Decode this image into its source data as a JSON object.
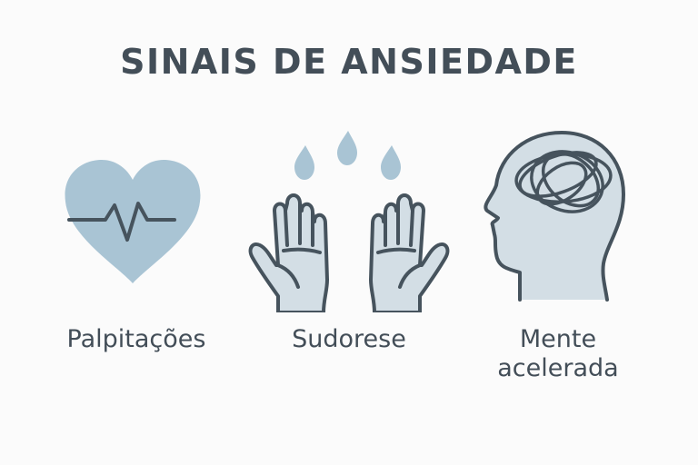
{
  "title": "SINAIS DE ANSIEDADE",
  "colors": {
    "background": "#fbfbfb",
    "text": "#434e58",
    "stroke": "#46535d",
    "icon_fill_dark": "#a9c4d4",
    "icon_fill_light": "#d3dee5"
  },
  "signs": [
    {
      "icon": "heart-pulse-icon",
      "label_lines": [
        "Palpitações"
      ]
    },
    {
      "icon": "sweating-hands-icon",
      "label_lines": [
        "Sudorese"
      ]
    },
    {
      "icon": "racing-mind-head-icon",
      "label_lines": [
        "Mente",
        "acelerada"
      ]
    }
  ]
}
